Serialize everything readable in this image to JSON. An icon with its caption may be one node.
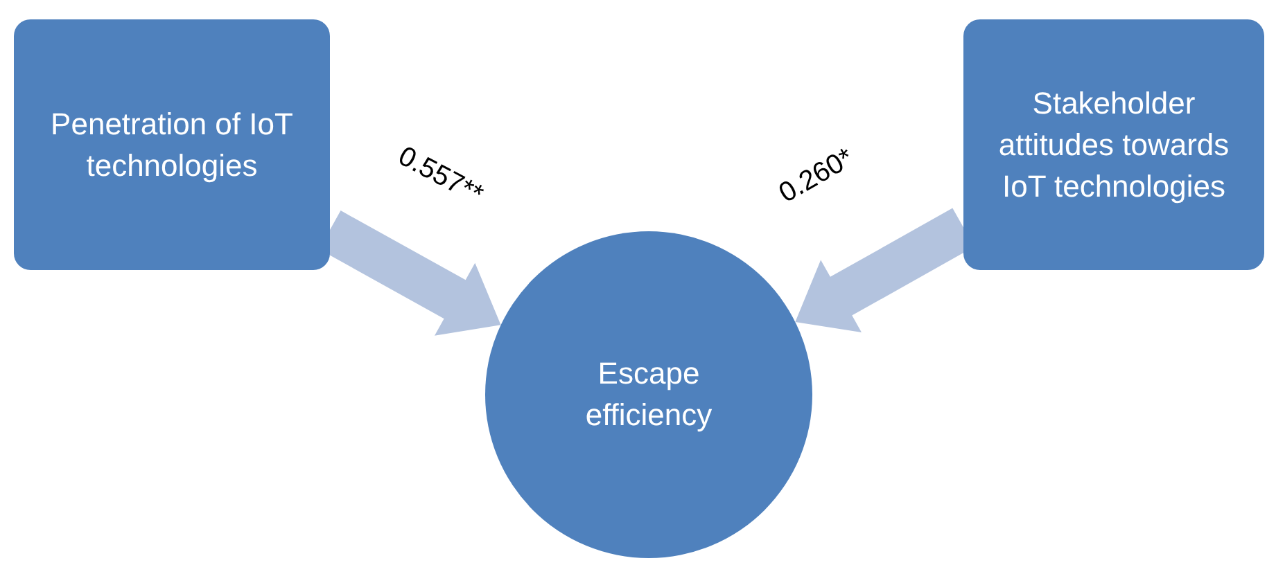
{
  "diagram": {
    "nodes": [
      {
        "text": [
          "Penetration of IoT technologies"
        ]
      },
      {
        "text": [
          "Stakeholder attitudes towards IoT technologies"
        ]
      },
      {
        "text": [
          "Escape efficiency"
        ]
      }
    ],
    "edges": [
      {
        "from": 0,
        "to": 2,
        "arrow": "to",
        "label": "0.557**",
        "style": "thick",
        "color": "#b3c3de"
      },
      {
        "from": 1,
        "to": 2,
        "arrow": "to",
        "label": "0.260*",
        "style": "thick",
        "color": "#b3c3de"
      }
    ]
  }
}
